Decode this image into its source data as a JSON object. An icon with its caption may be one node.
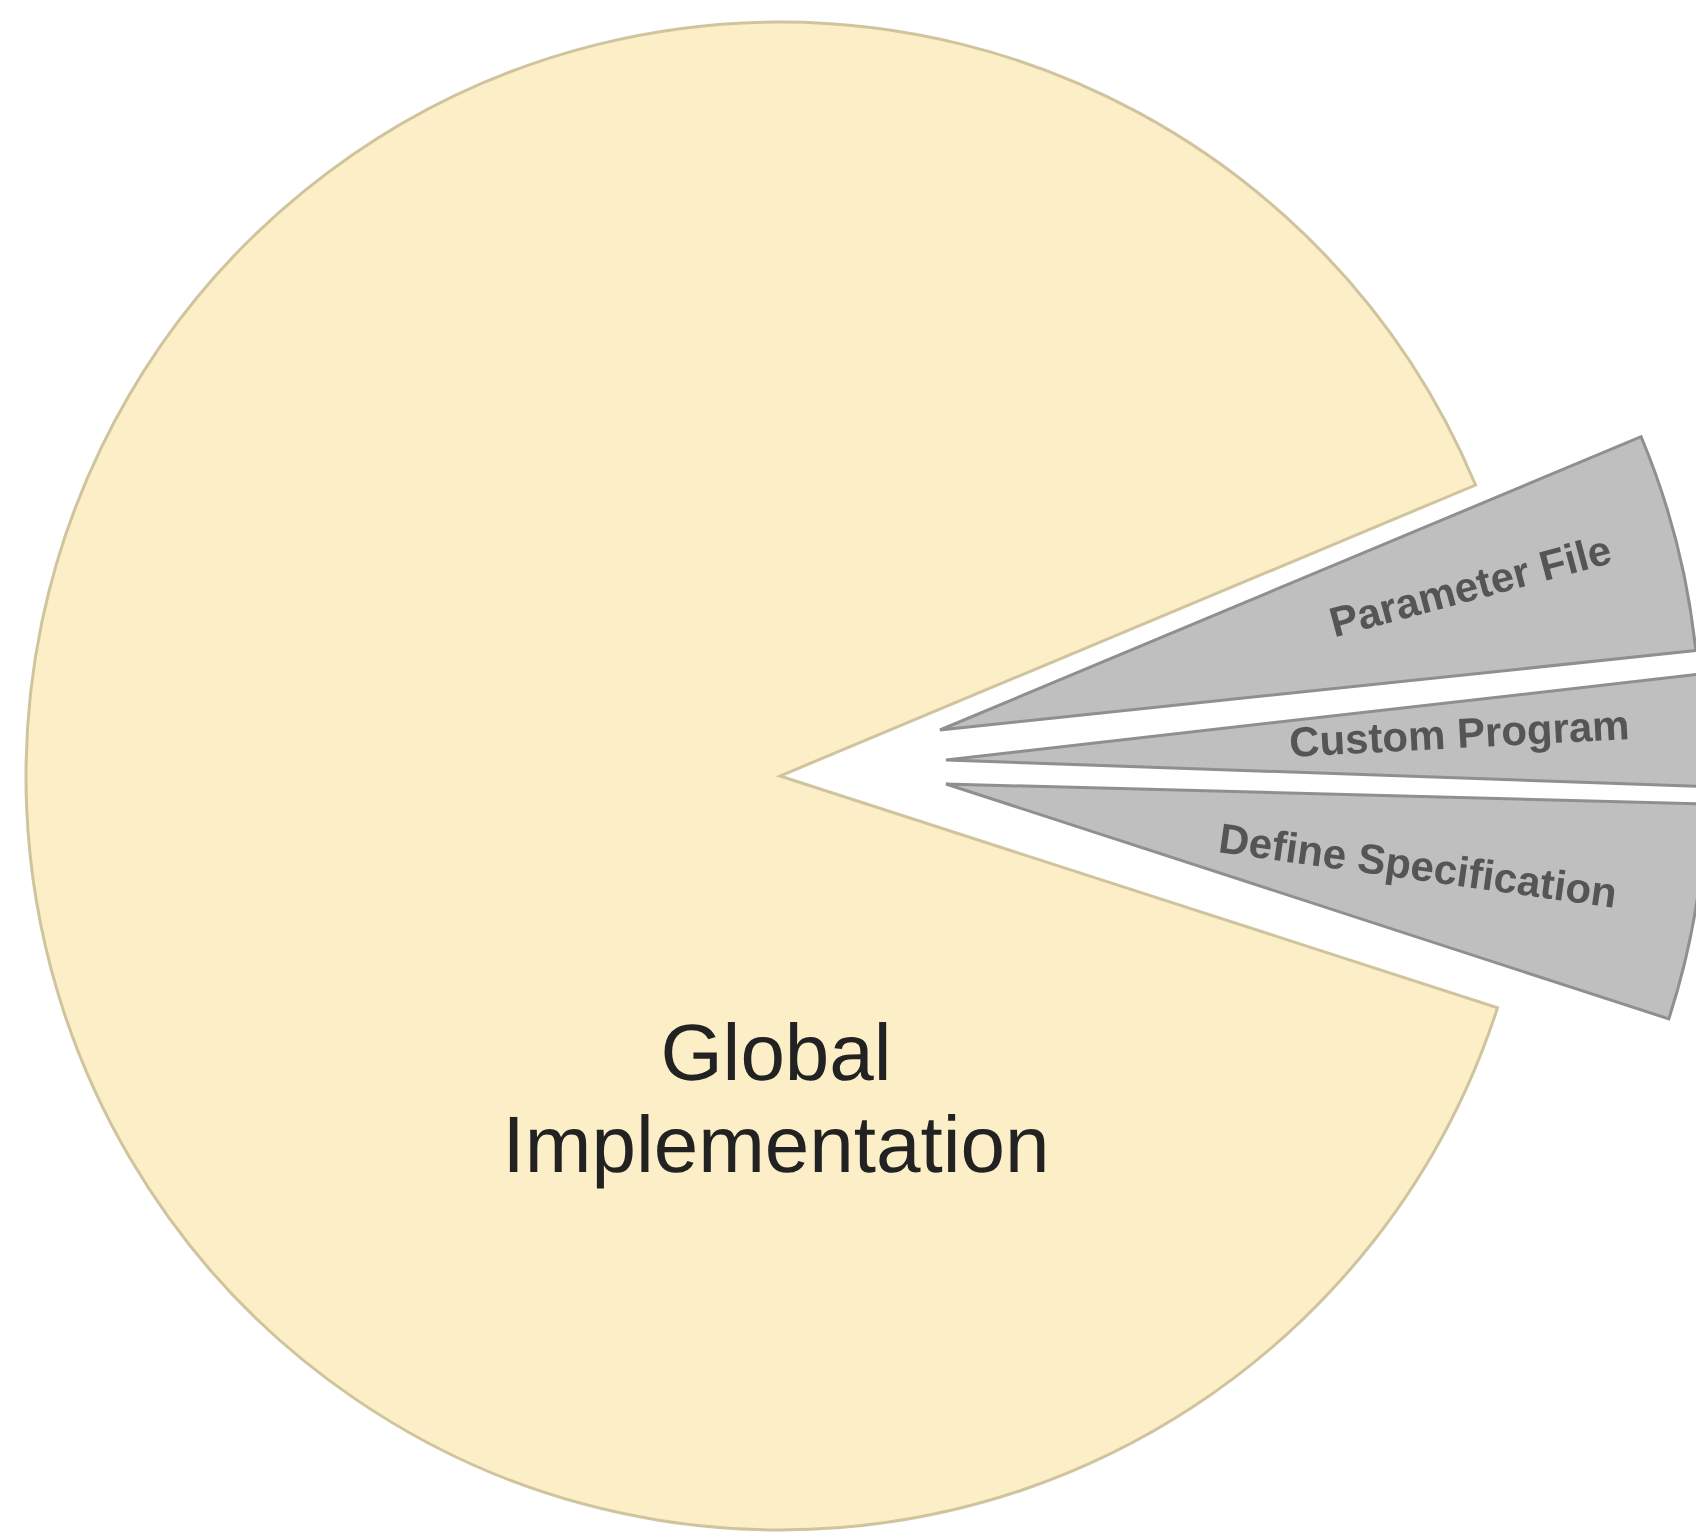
{
  "diagram": {
    "nodes": [
      {
        "text": [
          "Global Implementation"
        ]
      },
      {
        "text": [
          "Parameter File"
        ]
      },
      {
        "text": [
          "Custom Program"
        ]
      },
      {
        "text": [
          "Define Specification"
        ]
      }
    ]
  }
}
